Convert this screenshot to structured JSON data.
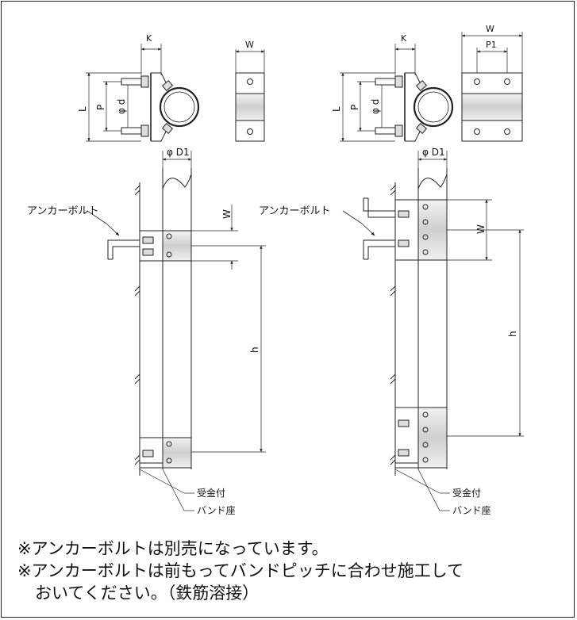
{
  "left": {
    "top_labels": {
      "k": "K",
      "w": "W",
      "l": "L",
      "p": "P",
      "d": "φ d"
    },
    "pipe_label": "φ D1",
    "anchor_label": "アンカーボルト",
    "w_label": "W",
    "h_label": "h",
    "support_label": "受金付",
    "band_label": "バンド座"
  },
  "right": {
    "top_labels": {
      "k": "K",
      "w": "W",
      "p1": "P1",
      "l": "L",
      "p": "P",
      "d": "φ d"
    },
    "pipe_label": "φ D1",
    "anchor_label": "アンカーボルト",
    "w_label": "W",
    "h_label": "h",
    "support_label": "受金付",
    "band_label": "バンド座"
  },
  "notes": {
    "line1": "※アンカーボルトは別売になっています。",
    "line2": "※アンカーボルトは前もってバンドピッチに合わせ施工して",
    "line3": "おいてください。（鉄筋溶接）"
  }
}
